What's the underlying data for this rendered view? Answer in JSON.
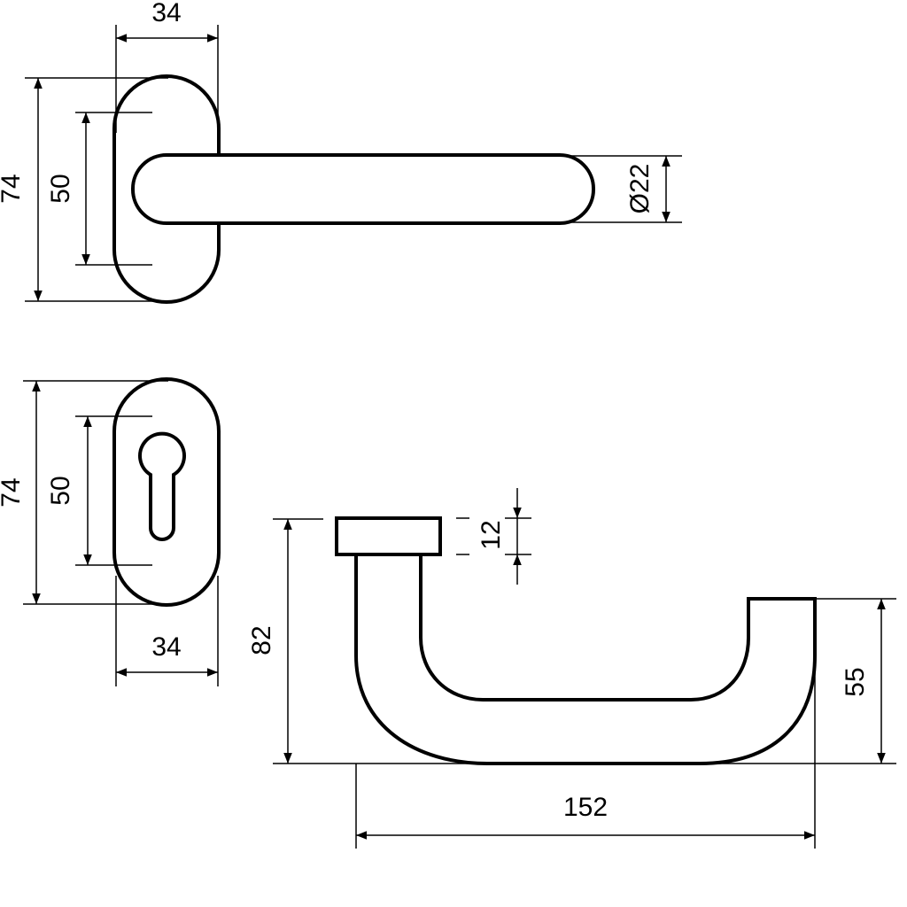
{
  "drawing": {
    "top_view": {
      "rosette_width": "34",
      "rosette_height": "74",
      "screw_spacing": "50",
      "handle_diameter": "Ø22"
    },
    "escutcheon_view": {
      "rosette_height": "74",
      "screw_spacing": "50",
      "rosette_width": "34"
    },
    "side_view": {
      "rosette_thickness": "12",
      "total_height": "82",
      "lever_end_height": "55",
      "projection_length": "152"
    },
    "colors": {
      "line": "#000000",
      "background": "#ffffff"
    }
  }
}
